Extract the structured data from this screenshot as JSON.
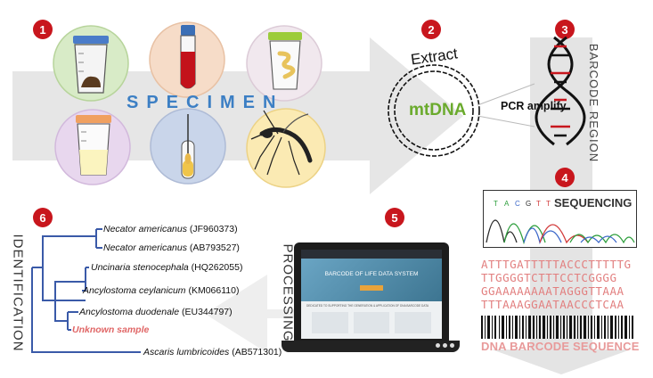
{
  "steps": [
    "1",
    "2",
    "3",
    "4",
    "5",
    "6"
  ],
  "specimen_label": "SPECIMEN",
  "extract_label": "Extract",
  "mtdna_label": "mtDNA",
  "pcr_label": "PCR amplify",
  "barcode_region_label": "BARCODE REGION",
  "sequencing_label": "SEQUENCING",
  "chromatogram_bases": [
    "T",
    "A",
    "C",
    "G",
    "T",
    "T"
  ],
  "dna_sequence": [
    "ATTTGATTTTTACCCTTTTTG",
    "TTGGGGTCTTTCCTCGGGG",
    "GGAAAAAAAATAGGGTTAAA",
    "TTTAAAGGAATAACCCTCAA"
  ],
  "barcode_caption": "DNA BARCODE SEQUENCE",
  "processing_label": "PROCESSING",
  "identification_label": "IDENTIFICATION",
  "website": {
    "hero_title": "BARCODE OF LIFE DATA SYSTEM",
    "hero_subtitle": "DEDICATED TO SUPPORTING THE GENERATION & APPLICATION OF DNA BARCODE DATA"
  },
  "tree_taxa": [
    {
      "name": "Necator americanus",
      "acc": "(JF960373)"
    },
    {
      "name": "Necator americanus",
      "acc": "(AB793527)"
    },
    {
      "name": "Uncinaria stenocephala",
      "acc": "(HQ262055)"
    },
    {
      "name": "Ancylostoma ceylanicum",
      "acc": "(KM066110)"
    },
    {
      "name": "Ancylostoma duodenale",
      "acc": "(EU344797)"
    },
    {
      "name": "Unknown sample",
      "acc": ""
    },
    {
      "name": "Ascaris lumbricoides",
      "acc": "(AB571301)"
    }
  ],
  "colors": {
    "step_badge": "#c8161d",
    "tree_branch": "#3a5aa8",
    "unknown_sample": "#e06666",
    "sequence": "#e27f7f"
  }
}
